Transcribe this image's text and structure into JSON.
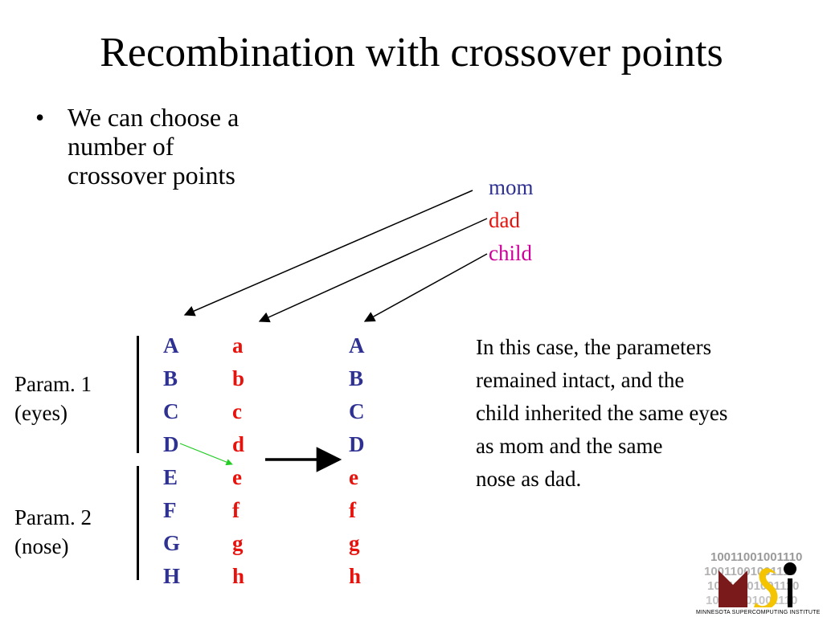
{
  "slide": {
    "title": "Recombination with crossover points",
    "bullet_marker": "•",
    "bullet_lines": [
      "We can choose a",
      "number of",
      "crossover points"
    ]
  },
  "legend": {
    "mom": {
      "label": "mom",
      "color": "#2e3192"
    },
    "dad": {
      "label": "dad",
      "color": "#e8120c"
    },
    "child": {
      "label": "child",
      "color": "#cc0099"
    }
  },
  "params": [
    {
      "line1": "Param. 1",
      "line2": "(eyes)"
    },
    {
      "line1": "Param. 2",
      "line2": "(nose)"
    }
  ],
  "genes": {
    "mom": [
      "A",
      "B",
      "C",
      "D",
      "E",
      "F",
      "G",
      "H"
    ],
    "dad": [
      "a",
      "b",
      "c",
      "d",
      "e",
      "f",
      "g",
      "h"
    ],
    "child": [
      "A",
      "B",
      "C",
      "D",
      "e",
      "f",
      "g",
      "h"
    ]
  },
  "note_lines": [
    "In this case, the parameters",
    "remained intact, and the",
    "child inherited the same eyes",
    "as mom and the same",
    "nose as dad."
  ],
  "logo": {
    "binary_text": "10011001001110",
    "caption": "MINNESOTA SUPERCOMPUTING INSTITUTE"
  },
  "colors": {
    "mom_gene": "#2e3192",
    "dad_gene": "#e8120c",
    "crossover_arrow": "#22cc22",
    "logo_maroon": "#7a1a1a",
    "logo_gold": "#f5c400"
  }
}
